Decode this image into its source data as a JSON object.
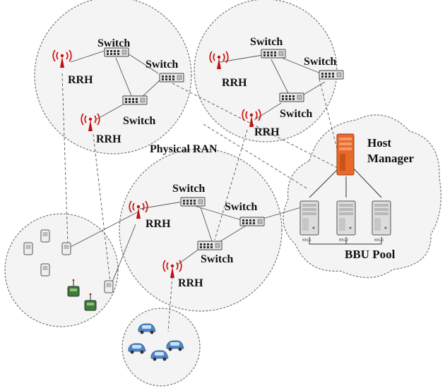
{
  "labels": {
    "switch": "Switch",
    "rrh": "RRH",
    "physical_ran": "Physical RAN",
    "host_manager_line1": "Host",
    "host_manager_line2": "Manager",
    "bbu_pool": "BBU Pool"
  },
  "bbus": [
    "BBU1",
    "BBU2",
    "BBU3"
  ],
  "colors": {
    "rrh_antenna": "#d01818",
    "host_manager": "#e8692a",
    "cluster_border": "#777777",
    "link": "#444444"
  },
  "icons": {
    "switch": "network-switch-icon",
    "rrh": "radio-antenna-icon",
    "server": "server-tower-icon",
    "car": "car-icon",
    "device": "iot-device-icon"
  }
}
